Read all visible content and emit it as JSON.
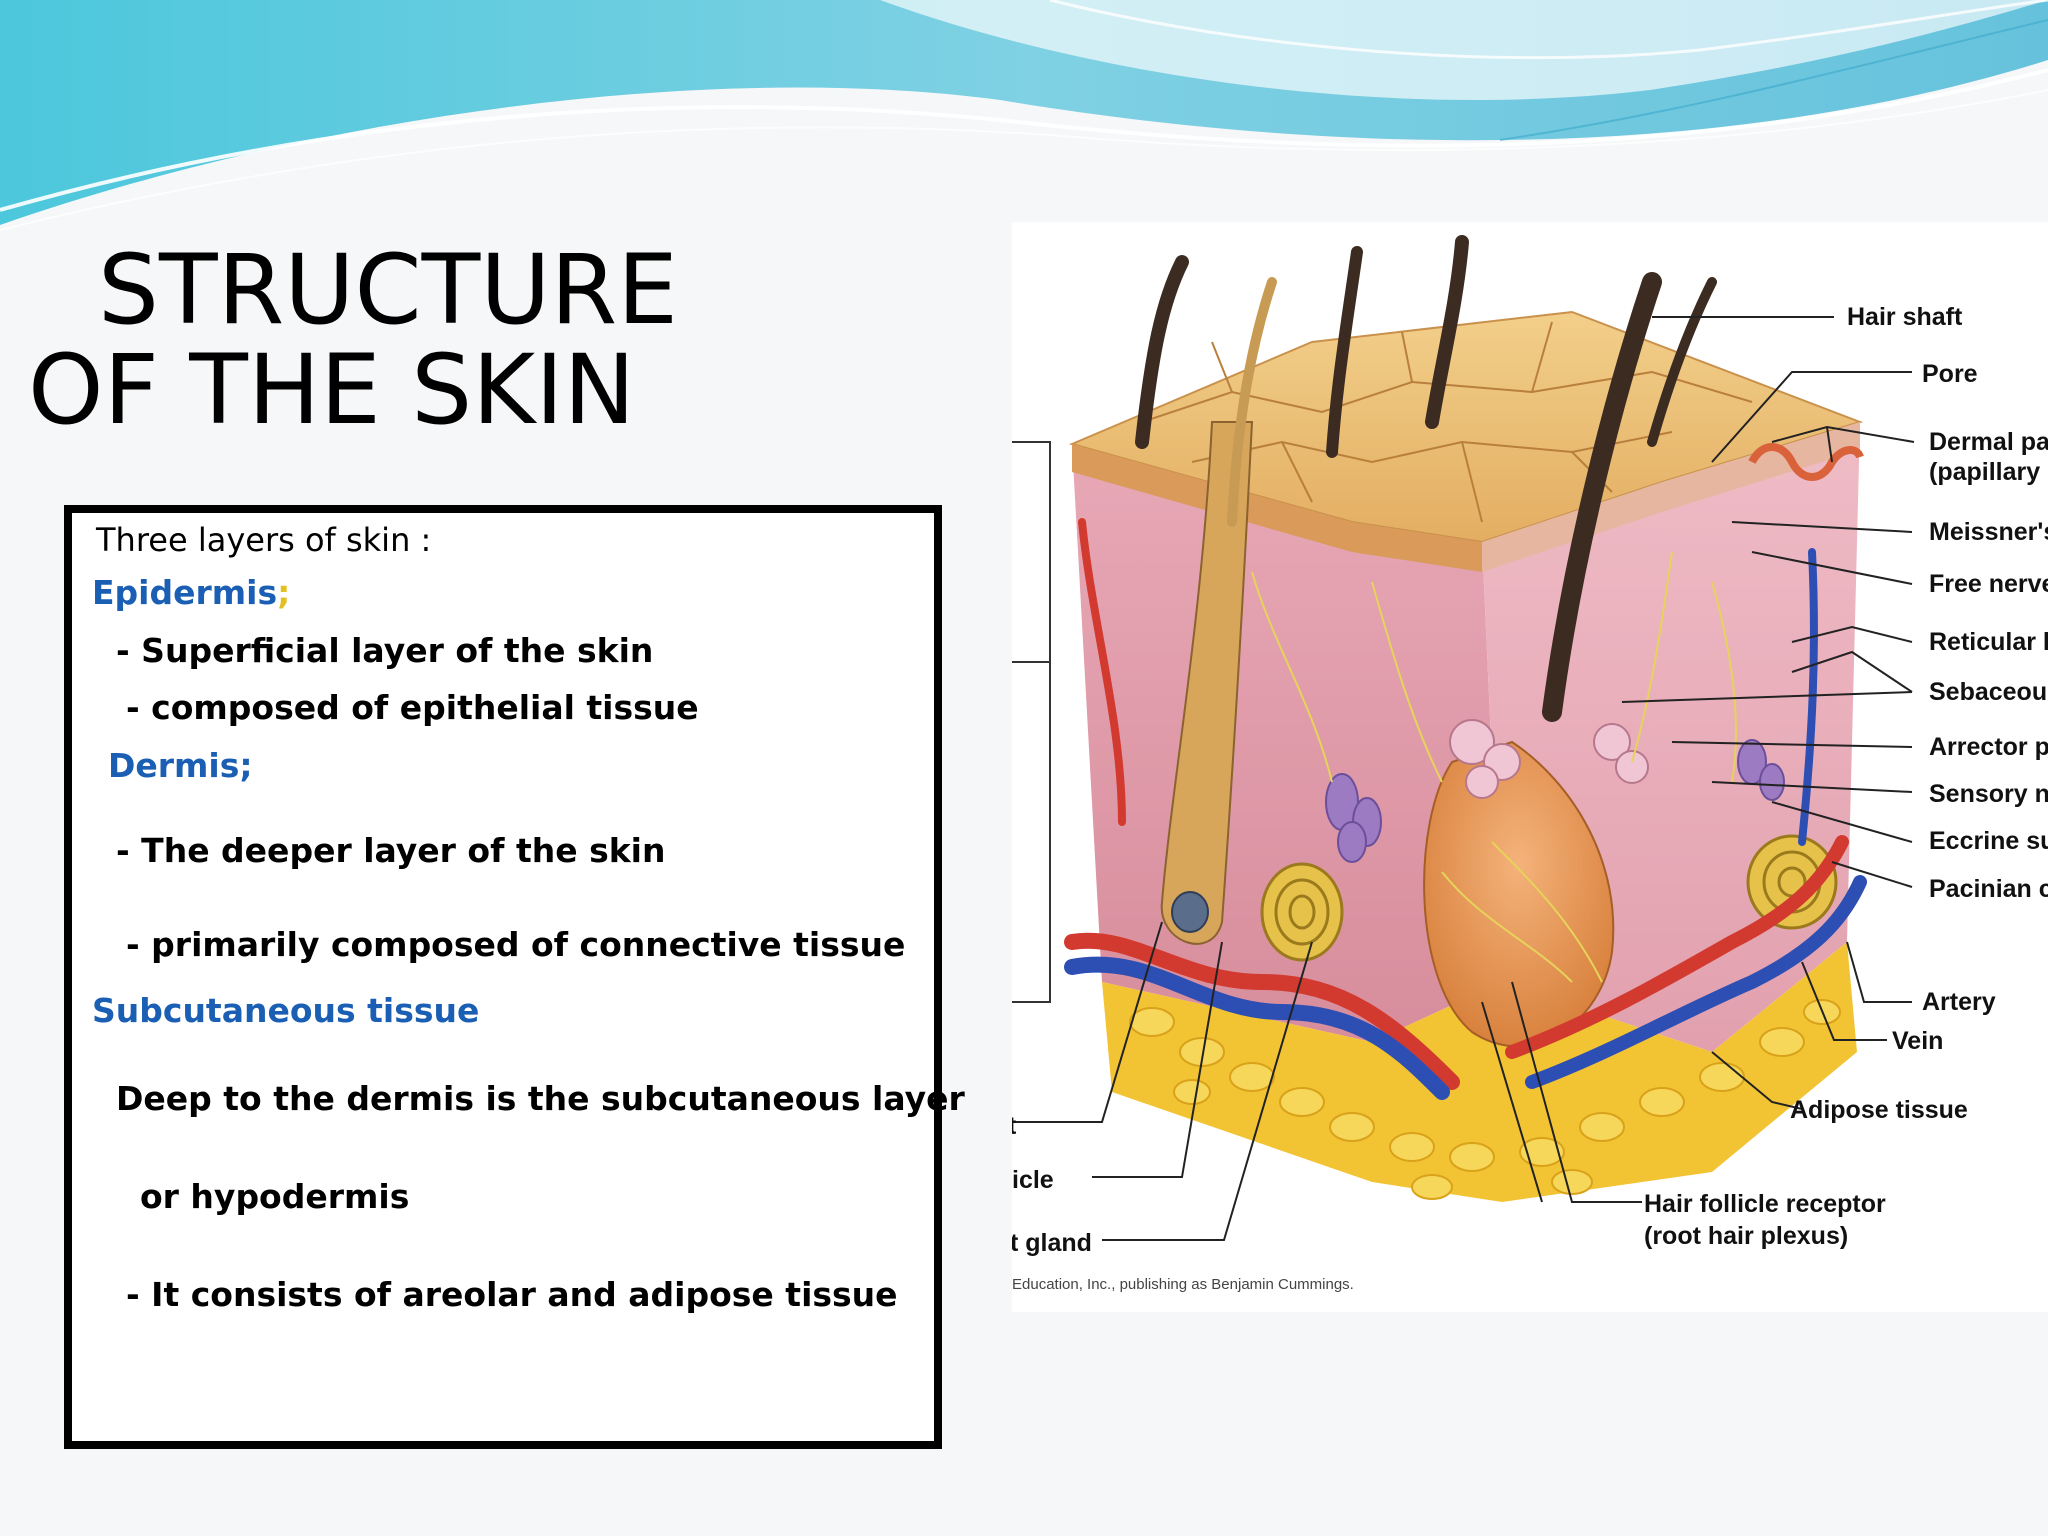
{
  "slide": {
    "title_line1": "STRUCTURE",
    "title_line2": "OF THE SKIN",
    "content": {
      "intro": "Three layers of skin :",
      "epidermis_heading": "Epidermis",
      "epidermis_semicolon": ";",
      "epidermis_point1": "- Superficial layer of the skin",
      "epidermis_point2": "- composed of epithelial tissue",
      "dermis_heading": "Dermis;",
      "dermis_point1": "- The deeper layer of the skin",
      "dermis_point2": "- primarily composed of connective tissue",
      "subcutaneous_heading": "Subcutaneous tissue",
      "subcutaneous_line1": "Deep to the dermis is the subcutaneous layer",
      "subcutaneous_line2": "or hypodermis",
      "subcutaneous_point": "- It consists of areolar and adipose tissue"
    },
    "diagram": {
      "labels_right": [
        "Hair shaft",
        "Pore",
        "Dermal pa",
        "(papillary",
        "Meissner's",
        "Free nerve",
        "Reticular l",
        "Sebaceou",
        "Arrector p",
        "Sensory n",
        "Eccrine su",
        "Pacinian c",
        "Artery",
        "Vein",
        "Adipose tissue"
      ],
      "label_hair_follicle_1": "Hair follicle receptor",
      "label_hair_follicle_2": "(root hair plexus)",
      "labels_left": [
        "t",
        "icle",
        "t gland"
      ],
      "credit": "Education, Inc., publishing as Benjamin Cummings."
    }
  }
}
